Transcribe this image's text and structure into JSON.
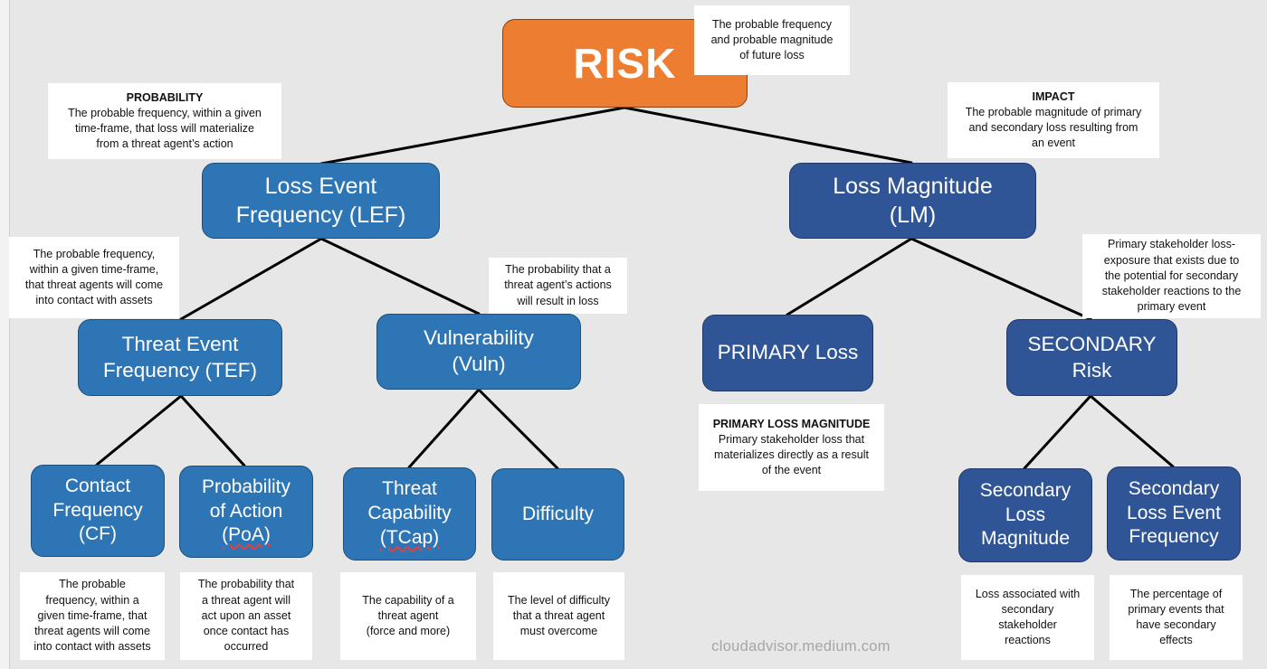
{
  "nodes": {
    "risk": {
      "label": "RISK"
    },
    "lef": {
      "label": "Loss Event\nFrequency (LEF)"
    },
    "lm": {
      "label": "Loss Magnitude\n(LM)"
    },
    "tef": {
      "label": "Threat Event\nFrequency (TEF)"
    },
    "vuln": {
      "line1": "Vulnerability",
      "line2": "(Vuln)"
    },
    "primary": {
      "label": "PRIMARY Loss"
    },
    "secondary": {
      "label": "SECONDARY\nRisk"
    },
    "cf": {
      "label": "Contact\nFrequency\n(CF)"
    },
    "poa": {
      "line1": "Probability\nof Action",
      "line2": "(PoA)"
    },
    "tcap": {
      "line1": "Threat\nCapability",
      "line2": "(TCap)"
    },
    "difficulty": {
      "label": "Difficulty"
    },
    "slm": {
      "label": "Secondary\nLoss\nMagnitude"
    },
    "slef": {
      "label": "Secondary\nLoss Event\nFrequency"
    }
  },
  "notes": {
    "risk": {
      "text": "The probable frequency\nand probable magnitude\nof future loss"
    },
    "probability": {
      "title": "PROBABILITY",
      "text": "The probable frequency, within a given\ntime-frame, that loss will materialize\nfrom a threat agent’s action"
    },
    "impact": {
      "title": "IMPACT",
      "text": "The probable magnitude of primary\nand secondary loss resulting from\nan event"
    },
    "tef": {
      "text": "The probable frequency,\nwithin a given time-frame,\nthat threat agents will come\ninto contact with assets"
    },
    "vuln": {
      "text": "The probability that a\nthreat agent’s actions\nwill result in loss"
    },
    "secondary": {
      "text": "Primary stakeholder loss-\nexposure that exists due to\nthe potential for secondary\nstakeholder reactions to the\nprimary event"
    },
    "primary": {
      "title": "PRIMARY LOSS MAGNITUDE",
      "text": "Primary stakeholder loss that\nmaterializes directly as a result\nof the event"
    },
    "cf": {
      "text": "The probable\nfrequency, within a\ngiven time-frame, that\nthreat agents will come\ninto contact with assets"
    },
    "poa": {
      "text": "The probability that\na threat agent will\nact upon an asset\nonce contact has\noccurred"
    },
    "tcap": {
      "text": "The capability of a\nthreat agent\n(force and more)"
    },
    "difficulty": {
      "text": "The level of difficulty\nthat a threat agent\nmust overcome"
    },
    "slm": {
      "text": "Loss associated with\nsecondary\nstakeholder\nreactions"
    },
    "slef": {
      "text": "The percentage of\nprimary events that\nhave secondary\neffects"
    }
  },
  "watermark": "cloudadvisor.medium.com",
  "colors": {
    "risk": "#ed7d31",
    "blue_node": "#2e75b6",
    "navy_node": "#2f5597",
    "background": "#e7e7e7",
    "connector": "#000000"
  }
}
